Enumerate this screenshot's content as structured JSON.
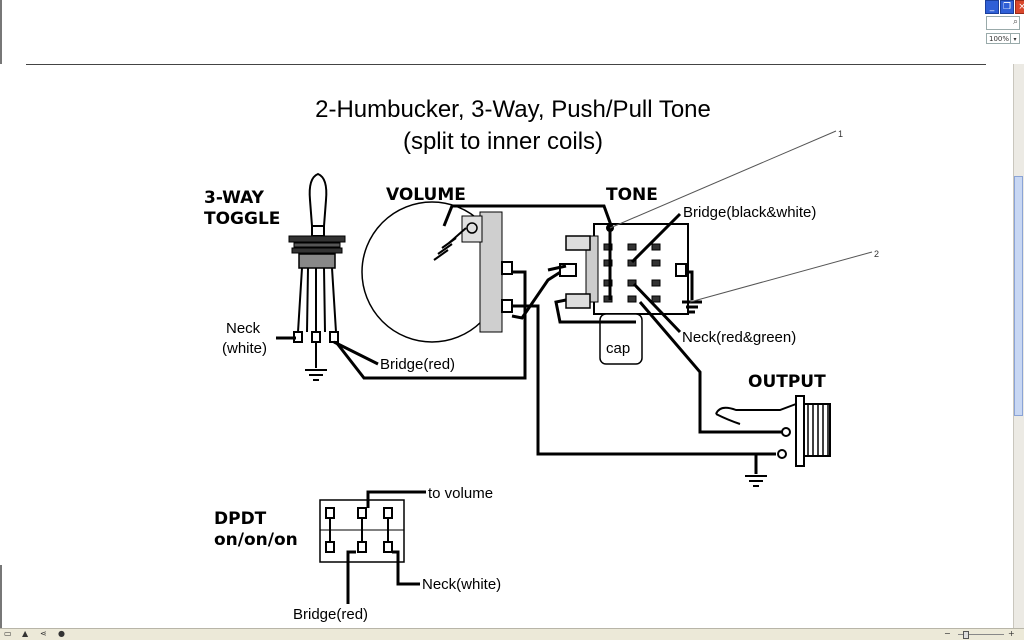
{
  "window": {
    "controls": [
      "_",
      "❐",
      "×"
    ],
    "zoom_label": "100%"
  },
  "diagram": {
    "title_line1": "2-Humbucker, 3-Way, Push/Pull Tone",
    "title_line2": "(split to inner coils)",
    "toggle_label_1": "3-WAY",
    "toggle_label_2": "TOGGLE",
    "volume_label": "VOLUME",
    "tone_label": "TONE",
    "output_label": "OUTPUT",
    "neck_white_1": "Neck",
    "neck_white_2": "(white)",
    "bridge_red": "Bridge(red)",
    "bridge_black_white": "Bridge(black&white)",
    "neck_red_green": "Neck(red&green)",
    "cap": "cap",
    "callout_1": "1",
    "callout_2": "2",
    "dpdt_label_1": "DPDT",
    "dpdt_label_2": "on/on/on",
    "to_volume": "to volume",
    "dpdt_neck_white": "Neck(white)",
    "dpdt_bridge_red": "Bridge(red)"
  },
  "icons": [
    "minimize-icon",
    "restore-icon",
    "close-icon",
    "search-icon",
    "zoom-dropdown-icon"
  ]
}
